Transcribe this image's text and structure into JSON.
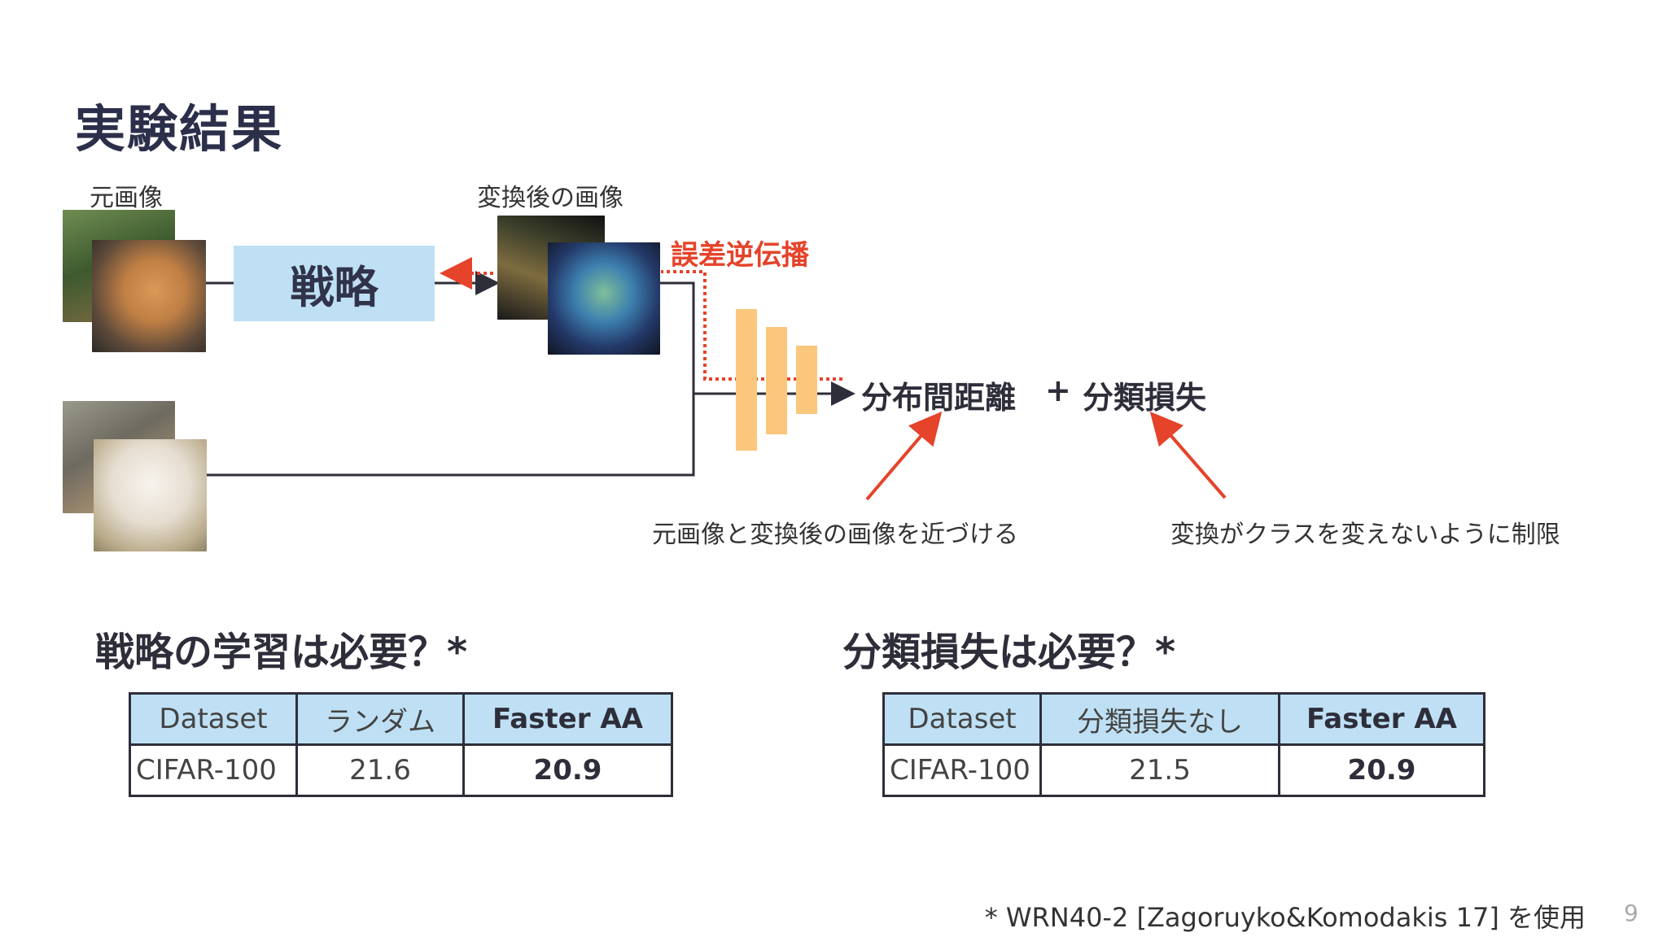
{
  "title": "実験結果",
  "labels": {
    "original_image": "元画像",
    "transformed_image": "変換後の画像",
    "strategy": "戦略",
    "backprop": "誤差逆伝播",
    "distribution_distance": "分布間距離",
    "plus": "+",
    "classification_loss": "分類損失",
    "note_left": "元画像と変換後の画像を近づける",
    "note_right": "変換がクラスを変えないように制限"
  },
  "questions": {
    "left": "戦略の学習は必要？*",
    "right": "分類損失は必要？*"
  },
  "table_left": {
    "headers": [
      "Dataset",
      "ランダム",
      "Faster AA"
    ],
    "row": [
      "CIFAR-100",
      "21.6",
      "20.9"
    ]
  },
  "table_right": {
    "headers": [
      "Dataset",
      "分類損失なし",
      "Faster AA"
    ],
    "row": [
      "CIFAR-100",
      "21.5",
      "20.9"
    ]
  },
  "footnote": "* WRN40-2 [Zagoruyko&Komodakis 17] を使用",
  "page_number": "9",
  "colors": {
    "accent_red": "#e5432a",
    "box_blue": "#bfe0f4",
    "network_orange": "#fac77d",
    "text_dark": "#2e2e3a"
  },
  "icons": [
    "dog-photo",
    "cat-photo",
    "dog-transformed-photo",
    "cat-transformed-photo",
    "cat-photo-2",
    "puppy-photo"
  ]
}
